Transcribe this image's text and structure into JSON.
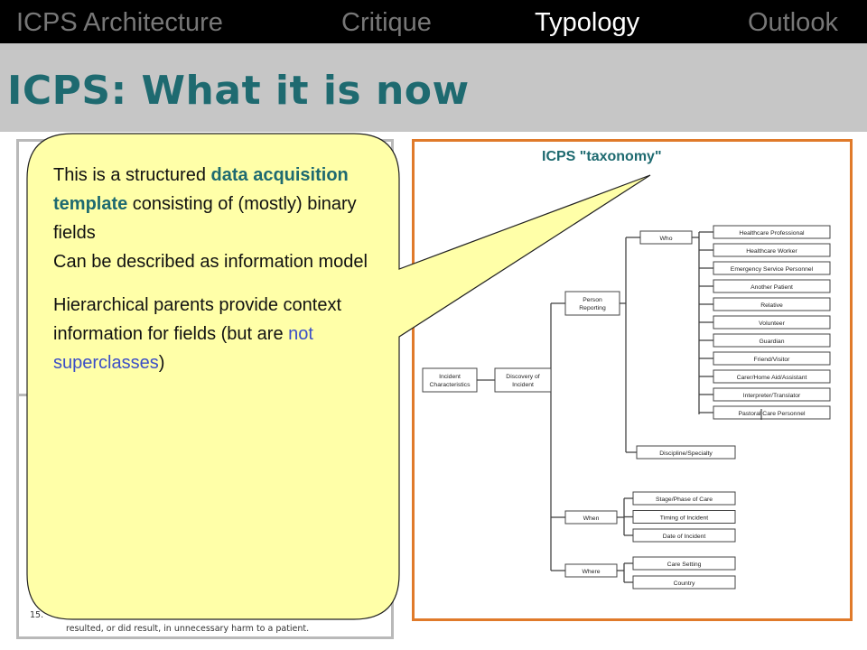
{
  "nav": {
    "items": [
      {
        "label": "ICPS Architecture",
        "active": false
      },
      {
        "label": "Critique",
        "active": false
      },
      {
        "label": "Typology",
        "active": true
      },
      {
        "label": "Outlook",
        "active": false
      }
    ]
  },
  "page_title": "ICPS: What it is now",
  "callout": {
    "line1_pre": "This is a structured ",
    "line1_hl": "data acquisition template",
    "line1_post": " consisting of (mostly) binary fields",
    "line2": "Can be described as information model",
    "line3_pre": "Hierarchical parents provide context information for fields (but are ",
    "line3_hl": "not superclasses",
    "line3_post": ")"
  },
  "footnote": {
    "number": "15.",
    "text": "Patient safety incident: an event or circumstance which could have resulted, or did result, in unnecessary harm to a patient."
  },
  "taxonomy": {
    "title": "ICPS \"taxonomy\"",
    "root": "Incident Characteristics",
    "discovery": "Discovery of Incident",
    "person_reporting": "Person Reporting",
    "who": "Who",
    "who_items": [
      "Healthcare Professional",
      "Healthcare Worker",
      "Emergency Service Personnel",
      "Another Patient",
      "Relative",
      "Volunteer",
      "Guardian",
      "Friend/Visitor",
      "Carer/Home Aid/Assistant",
      "Interpreter/Translator",
      "Pastoral Care Personnel"
    ],
    "discipline": "Discipline/Specialty",
    "when": "When",
    "when_items": [
      "Stage/Phase of Care",
      "Timing of Incident",
      "Date of Incident"
    ],
    "where": "Where",
    "where_items": [
      "Care Setting",
      "Country"
    ]
  }
}
